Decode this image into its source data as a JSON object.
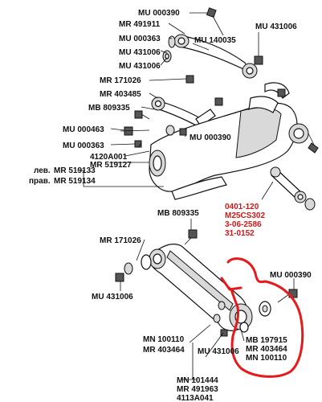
{
  "labels": {
    "mu000390_top": "MU 000390",
    "mr491911": "MR 491911",
    "mu000363_a": "MU 000363",
    "mu431006_a": "MU 431006",
    "mu431006_b": "MU 431006",
    "mu140035": "MU 140035",
    "mu431006_c": "MU 431006",
    "mr171026_a": "MR 171026",
    "mr403485": "MR 403485",
    "mb809335_a": "MB 809335",
    "mu000463": "MU 000463",
    "mu000363_b": "MU 000363",
    "mu000390_mid": "MU 000390",
    "a4120a001": "4120A001",
    "lev_prefix": "лев.",
    "mr519133": "MR 519133",
    "prav_prefix": "прав.",
    "mr519134": "MR 519134",
    "mr519127": "MR 519127",
    "mb809335_b": "MB 809335",
    "mr171026_b": "MR 171026",
    "mu000390_bot": "MU 000390",
    "mu431006_d": "MU 431006",
    "mn100110_a": "MN 100110",
    "mr403464_a": "MR 403464",
    "mu431006_e": "MU 431006",
    "mb197915": "MB 197915",
    "mr403464_b": "MR 403464",
    "mn100110_b": "MN 100110",
    "mn101444": "MN 101444",
    "mr491963": "MR 491963",
    "a4113a041": "4113A041"
  },
  "red_labels": {
    "line1": "0401-120",
    "line2": "M25CS302",
    "line3": "3-06-2586",
    "line4": "31-0152"
  },
  "colors": {
    "highlight": "#e8191b",
    "red_text": "#d01818"
  }
}
